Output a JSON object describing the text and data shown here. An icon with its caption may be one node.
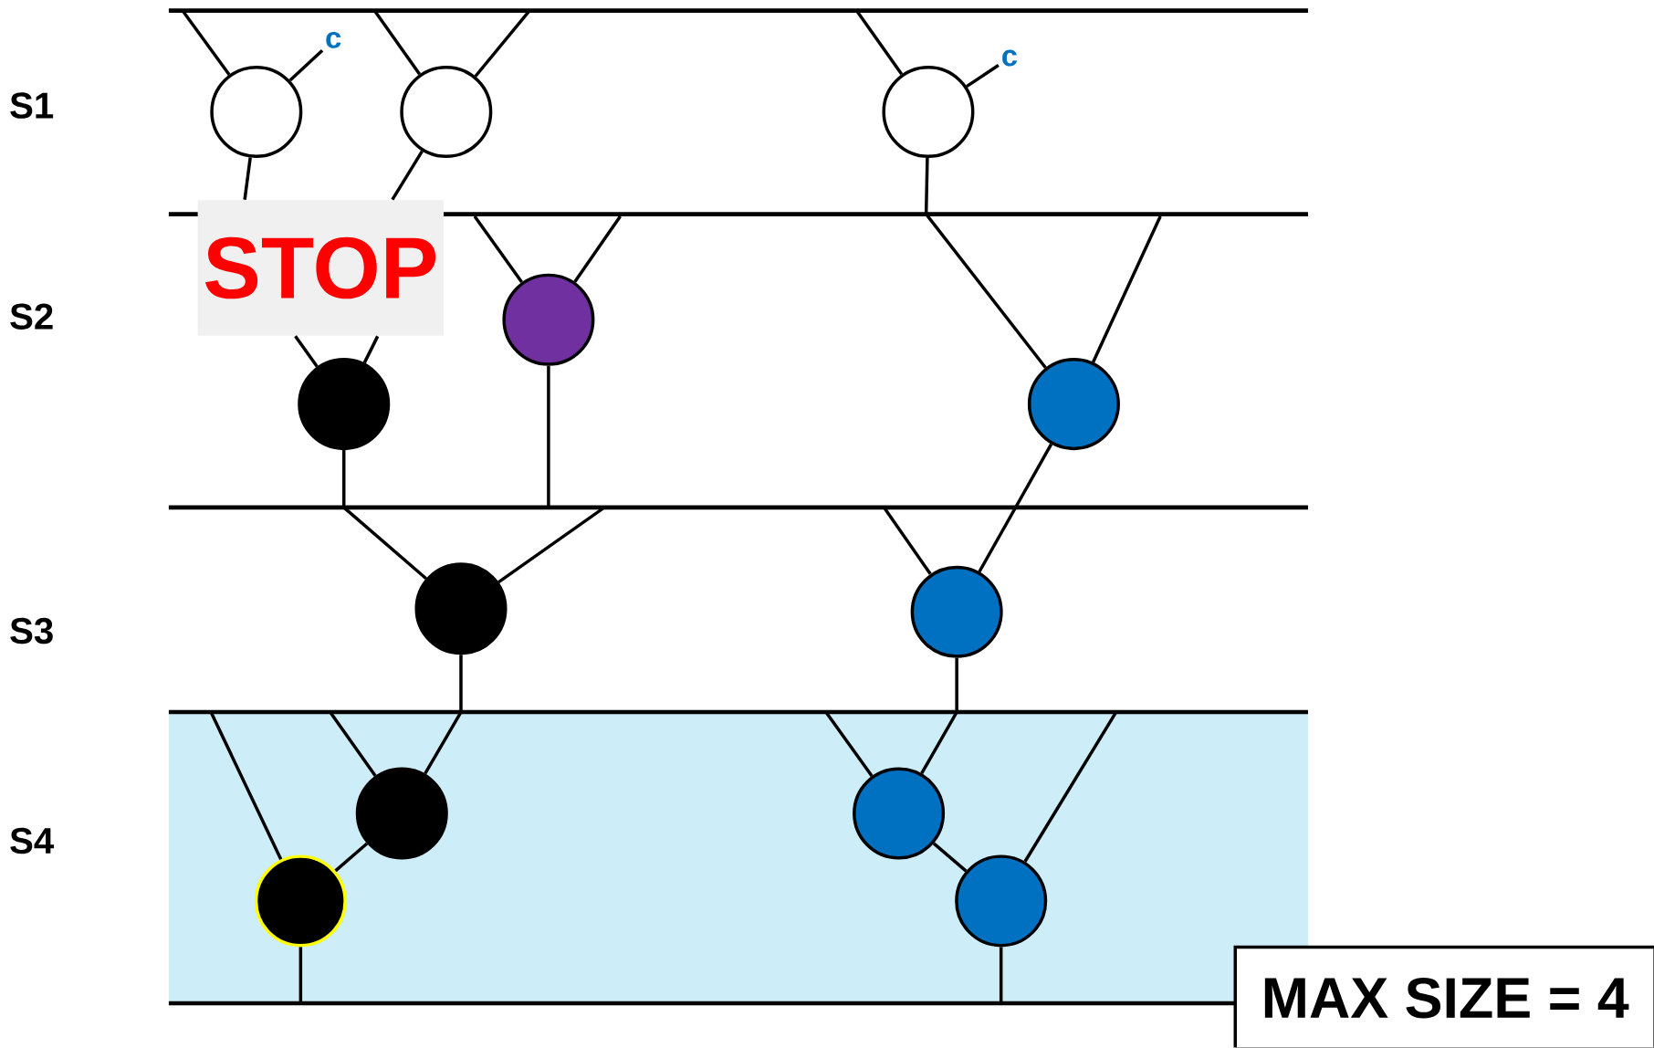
{
  "diagram": {
    "nodes": [
      {
        "text": [
          "c"
        ]
      },
      {
        "text": [],
        "shape": "circle"
      },
      {
        "text": [],
        "shape": "circle"
      },
      {
        "text": [
          "c"
        ]
      },
      {
        "text": [],
        "shape": "circle"
      },
      {
        "text": [
          "STOP"
        ]
      },
      {
        "text": [],
        "shape": "circle"
      },
      {
        "text": [],
        "shape": "circle"
      },
      {
        "text": [],
        "shape": "circle"
      },
      {
        "text": [],
        "shape": "circle"
      },
      {
        "text": [],
        "shape": "circle"
      },
      {
        "text": [],
        "shape": "circle"
      },
      {
        "text": [],
        "shape": "circle"
      },
      {
        "text": [],
        "shape": "circle"
      },
      {
        "text": [],
        "shape": "circle"
      },
      {
        "text": [
          "MAX SIZE = 4"
        ]
      }
    ],
    "edges": [
      {
        "from": 0,
        "to": 1,
        "arrow": "none"
      },
      {
        "from": 3,
        "to": 4,
        "arrow": "none"
      },
      {
        "from": 1,
        "to": 5,
        "arrow": "none"
      },
      {
        "from": 2,
        "to": 5,
        "arrow": "none"
      },
      {
        "from": 4,
        "to": 8,
        "arrow": "none"
      },
      {
        "from": 6,
        "to": 9,
        "arrow": "none"
      },
      {
        "from": 7,
        "to": 9,
        "arrow": "none"
      },
      {
        "from": 8,
        "to": 10,
        "arrow": "none"
      },
      {
        "from": 9,
        "to": 11,
        "arrow": "none"
      },
      {
        "from": 10,
        "to": 12,
        "arrow": "none"
      },
      {
        "from": 11,
        "to": 13,
        "arrow": "none"
      },
      {
        "from": 12,
        "to": 14,
        "arrow": "none"
      },
      {
        "from": null,
        "to": 1,
        "arrow": "none"
      },
      {
        "from": null,
        "to": 2,
        "arrow": "none"
      },
      {
        "from": null,
        "to": 2,
        "arrow": "none"
      },
      {
        "from": null,
        "to": 4,
        "arrow": "none"
      },
      {
        "from": null,
        "to": 6,
        "arrow": "none"
      },
      {
        "from": null,
        "to": 6,
        "arrow": "none"
      },
      {
        "from": null,
        "to": 8,
        "arrow": "none"
      },
      {
        "from": null,
        "to": 10,
        "arrow": "none"
      },
      {
        "from": null,
        "to": 11,
        "arrow": "none"
      },
      {
        "from": null,
        "to": 13,
        "arrow": "none"
      },
      {
        "from": null,
        "to": 12,
        "arrow": "none"
      },
      {
        "from": null,
        "to": 14,
        "arrow": "none"
      },
      {
        "from": 13,
        "to": null,
        "arrow": "none"
      },
      {
        "from": 14,
        "to": null,
        "arrow": "none"
      },
      {
        "from": 5,
        "to": 7,
        "arrow": "none"
      },
      {
        "from": 5,
        "to": 7,
        "arrow": "none"
      }
    ],
    "labels": [
      "S1",
      "S2",
      "S3",
      "S4"
    ]
  }
}
